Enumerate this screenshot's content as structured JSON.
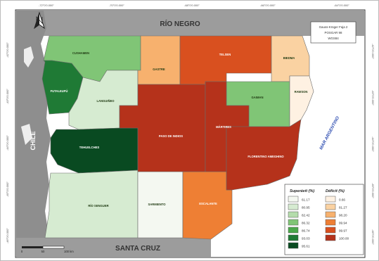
{
  "ticks": {
    "top": [
      "-72°0'0.000\"",
      "-70°0'0.000\"",
      "-68°0'0.000\"",
      "-66°0'0.000\"",
      "-64°0'0.000\""
    ],
    "left": [
      "-42°0'0.000\"",
      "-43°0'0.000\"",
      "-44°0'0.000\"",
      "-45°0'0.000\"",
      "-46°0'0.000\""
    ],
    "right": [
      "-42°0'0.000\"",
      "-43°0'0.000\"",
      "-44°0'0.000\"",
      "-45°0'0.000\"",
      "-46°0'0.000\""
    ]
  },
  "neighbors": {
    "north": "RÍO NEGRO",
    "south": "SANTA CRUZ",
    "west": "CHILE",
    "ocean": "MAR ARGENTINO"
  },
  "info_box": {
    "line1": "Gauss-Krüger Faja 2",
    "line2": "POSGAR 98",
    "line3": "WGS84"
  },
  "colors": {
    "surplus": [
      "#f4f8f1",
      "#d6ebd1",
      "#b4dcab",
      "#80c576",
      "#4aa74a",
      "#1f7a35",
      "#094a21"
    ],
    "deficit": [
      "#fef1e2",
      "#fad2a2",
      "#f7b16e",
      "#ee7f34",
      "#d9501f",
      "#b5321b"
    ]
  },
  "departments": [
    {
      "name": "CUSHAMEN",
      "category": "surplus",
      "level": 3
    },
    {
      "name": "FUTALEUFÚ",
      "category": "surplus",
      "level": 5
    },
    {
      "name": "LANGUIÑEO",
      "category": "surplus",
      "level": 1
    },
    {
      "name": "TEHUELCHES",
      "category": "surplus",
      "level": 6
    },
    {
      "name": "RÍO SENGUER",
      "category": "surplus",
      "level": 1
    },
    {
      "name": "SARMIENTO",
      "category": "surplus",
      "level": 0
    },
    {
      "name": "GASTRE",
      "category": "deficit",
      "level": 2
    },
    {
      "name": "TELSEN",
      "category": "deficit",
      "level": 4
    },
    {
      "name": "BIEDMA",
      "category": "deficit",
      "level": 1
    },
    {
      "name": "GAIMAN",
      "category": "surplus",
      "level": 3
    },
    {
      "name": "RAWSON",
      "category": "deficit",
      "level": 0
    },
    {
      "name": "PASO DE INDIOS",
      "category": "deficit",
      "level": 5
    },
    {
      "name": "MÁRTIRES",
      "category": "deficit",
      "level": 5
    },
    {
      "name": "FLORENTINO AMEGHINO",
      "category": "deficit",
      "level": 5
    },
    {
      "name": "ESCALANTE",
      "category": "deficit",
      "level": 3
    }
  ],
  "legend": {
    "surplus_title": "Superávit (%)",
    "deficit_title": "Déficit (%)",
    "surplus_values": [
      "61.17",
      "80.95",
      "82.42",
      "86.32",
      "86.74",
      "93.03",
      "95.61"
    ],
    "deficit_values": [
      "0.66",
      "81.27",
      "98.20",
      "99.94",
      "99.97",
      "100.00"
    ]
  },
  "scale": {
    "labels": [
      "0",
      "50",
      "100 km"
    ]
  }
}
